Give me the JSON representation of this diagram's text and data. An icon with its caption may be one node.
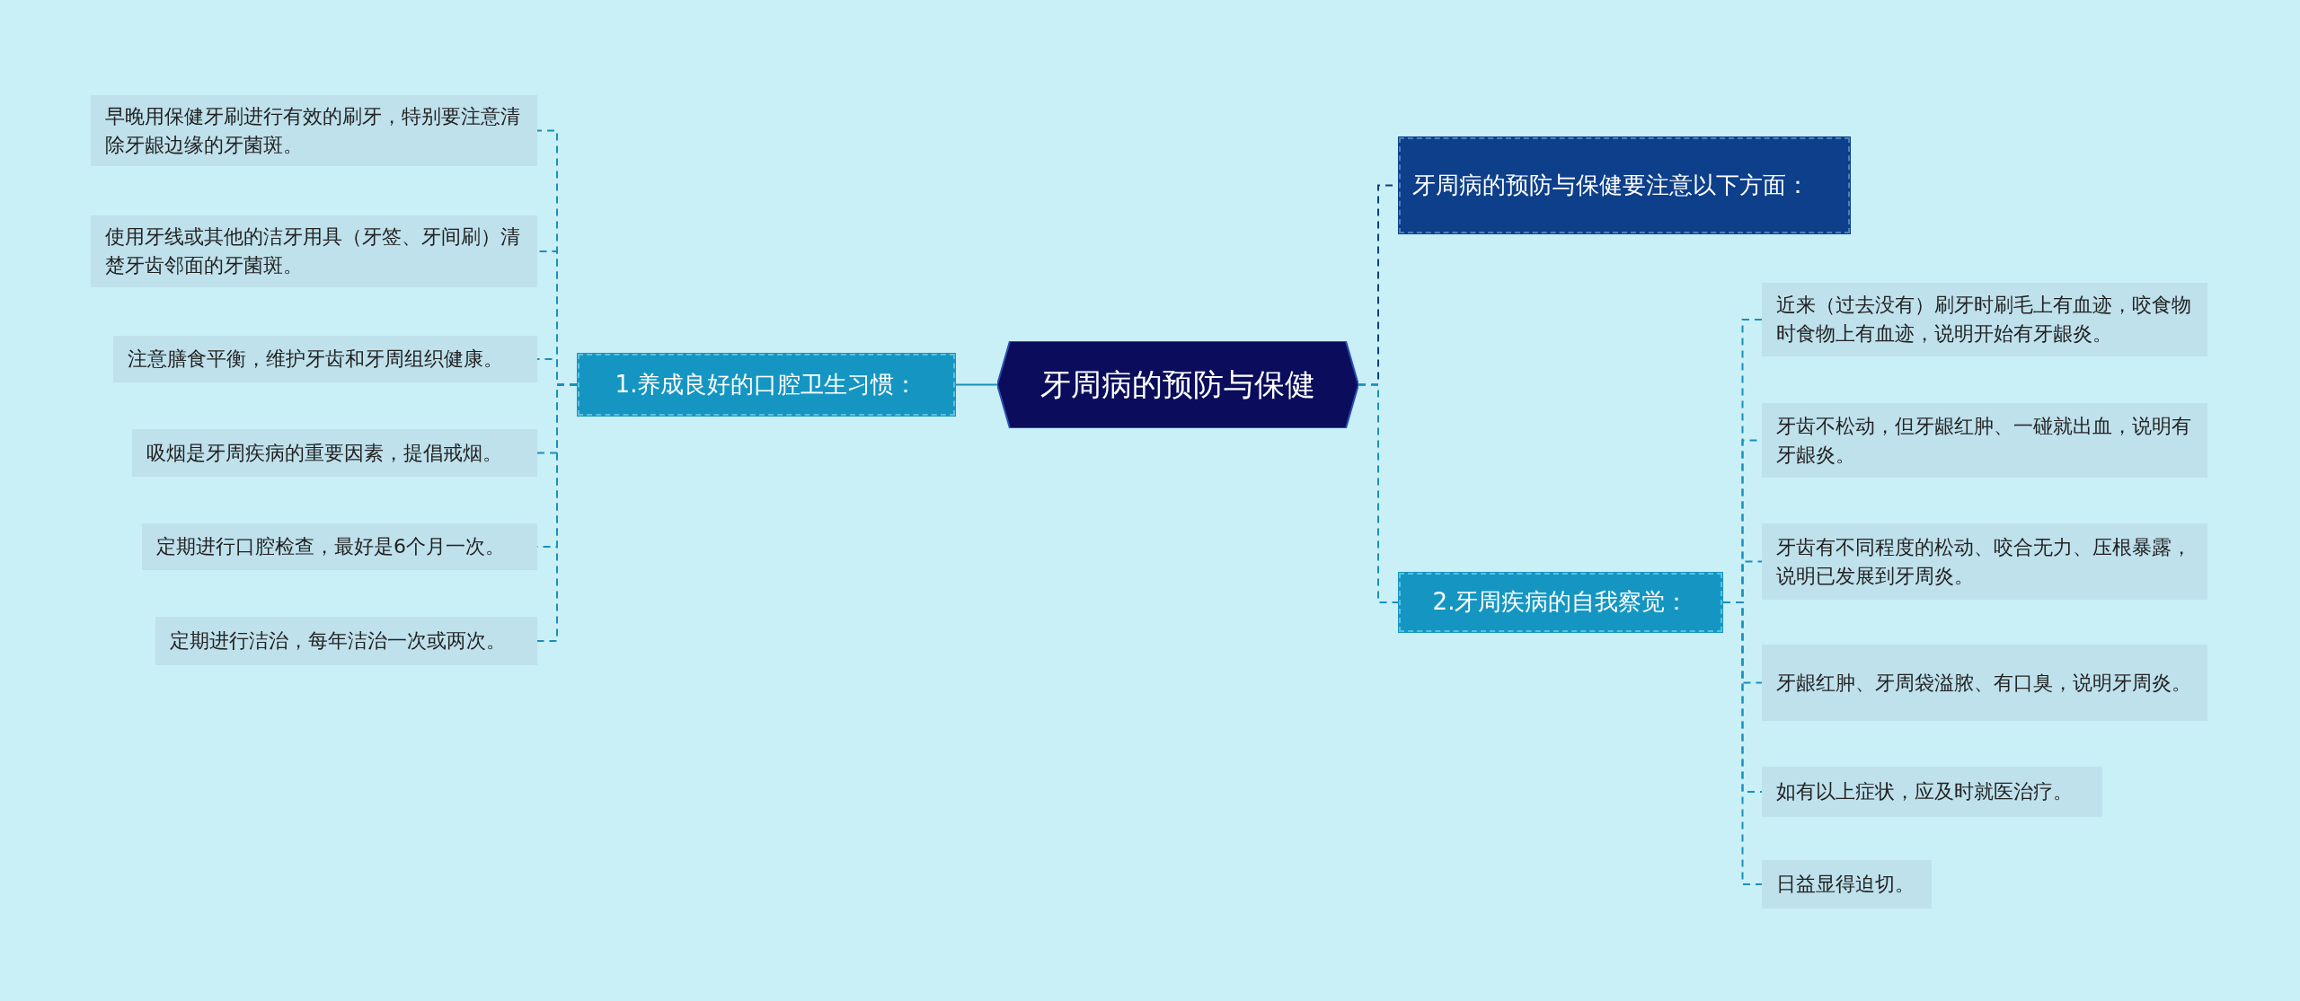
{
  "diagram": {
    "nodes": [
      {
        "text": [
          "牙周病的预防与保健"
        ]
      },
      {
        "text": [
          "牙周病的预防与保健要注意以下方面："
        ]
      },
      {
        "text": [
          "1.养成良好的口腔卫生习惯："
        ]
      },
      {
        "text": [
          "2.牙周疾病的自我察觉："
        ]
      },
      {
        "text": [
          "早晚用保健牙刷进行有效的刷牙，特别要注意清除牙龈边缘的牙菌斑。"
        ]
      },
      {
        "text": [
          "使用牙线或其他的洁牙用具（牙签、牙间刷）清楚牙齿邻面的牙菌斑。"
        ]
      },
      {
        "text": [
          "注意膳食平衡，维护牙齿和牙周组织健康。"
        ]
      },
      {
        "text": [
          "吸烟是牙周疾病的重要因素，提倡戒烟。"
        ]
      },
      {
        "text": [
          "定期进行口腔检查，最好是6个月一次。"
        ]
      },
      {
        "text": [
          "定期进行洁治，每年洁治一次或两次。"
        ]
      },
      {
        "text": [
          "近来（过去没有）刷牙时刷毛上有血迹，咬食物时食物上有血迹，说明开始有牙龈炎。"
        ]
      },
      {
        "text": [
          "牙齿不松动，但牙龈红肿、一碰就出血，说明有牙龈炎。"
        ]
      },
      {
        "text": [
          "牙齿有不同程度的松动、咬合无力、压根暴露，说明已发展到牙周炎。"
        ]
      },
      {
        "text": [
          "牙龈红肿、牙周袋溢脓、有口臭，说明牙周炎。"
        ]
      },
      {
        "text": [
          "如有以上症状，应及时就医治疗。"
        ]
      },
      {
        "text": [
          "日益显得迫切。"
        ]
      }
    ],
    "edges": [
      {
        "from": 0,
        "to": 1,
        "arrow": "none",
        "style": "dashed",
        "color": "#0d3f8a"
      },
      {
        "from": 0,
        "to": 2,
        "arrow": "none"
      },
      {
        "from": 0,
        "to": 3,
        "arrow": "none",
        "style": "dashed"
      },
      {
        "from": 2,
        "to": 4,
        "arrow": "none",
        "style": "dashed"
      },
      {
        "from": 2,
        "to": 5,
        "arrow": "none",
        "style": "dashed"
      },
      {
        "from": 2,
        "to": 6,
        "arrow": "none",
        "style": "dashed"
      },
      {
        "from": 2,
        "to": 7,
        "arrow": "none",
        "style": "dashed"
      },
      {
        "from": 2,
        "to": 8,
        "arrow": "none",
        "style": "dashed"
      },
      {
        "from": 2,
        "to": 9,
        "arrow": "none",
        "style": "dashed"
      },
      {
        "from": 3,
        "to": 10,
        "arrow": "none",
        "style": "dashed"
      },
      {
        "from": 3,
        "to": 11,
        "arrow": "none",
        "style": "dashed"
      },
      {
        "from": 3,
        "to": 12,
        "arrow": "none",
        "style": "dashed"
      },
      {
        "from": 3,
        "to": 13,
        "arrow": "none",
        "style": "dashed"
      },
      {
        "from": 3,
        "to": 14,
        "arrow": "none",
        "style": "dashed"
      },
      {
        "from": 3,
        "to": 15,
        "arrow": "none",
        "style": "dashed"
      }
    ]
  }
}
